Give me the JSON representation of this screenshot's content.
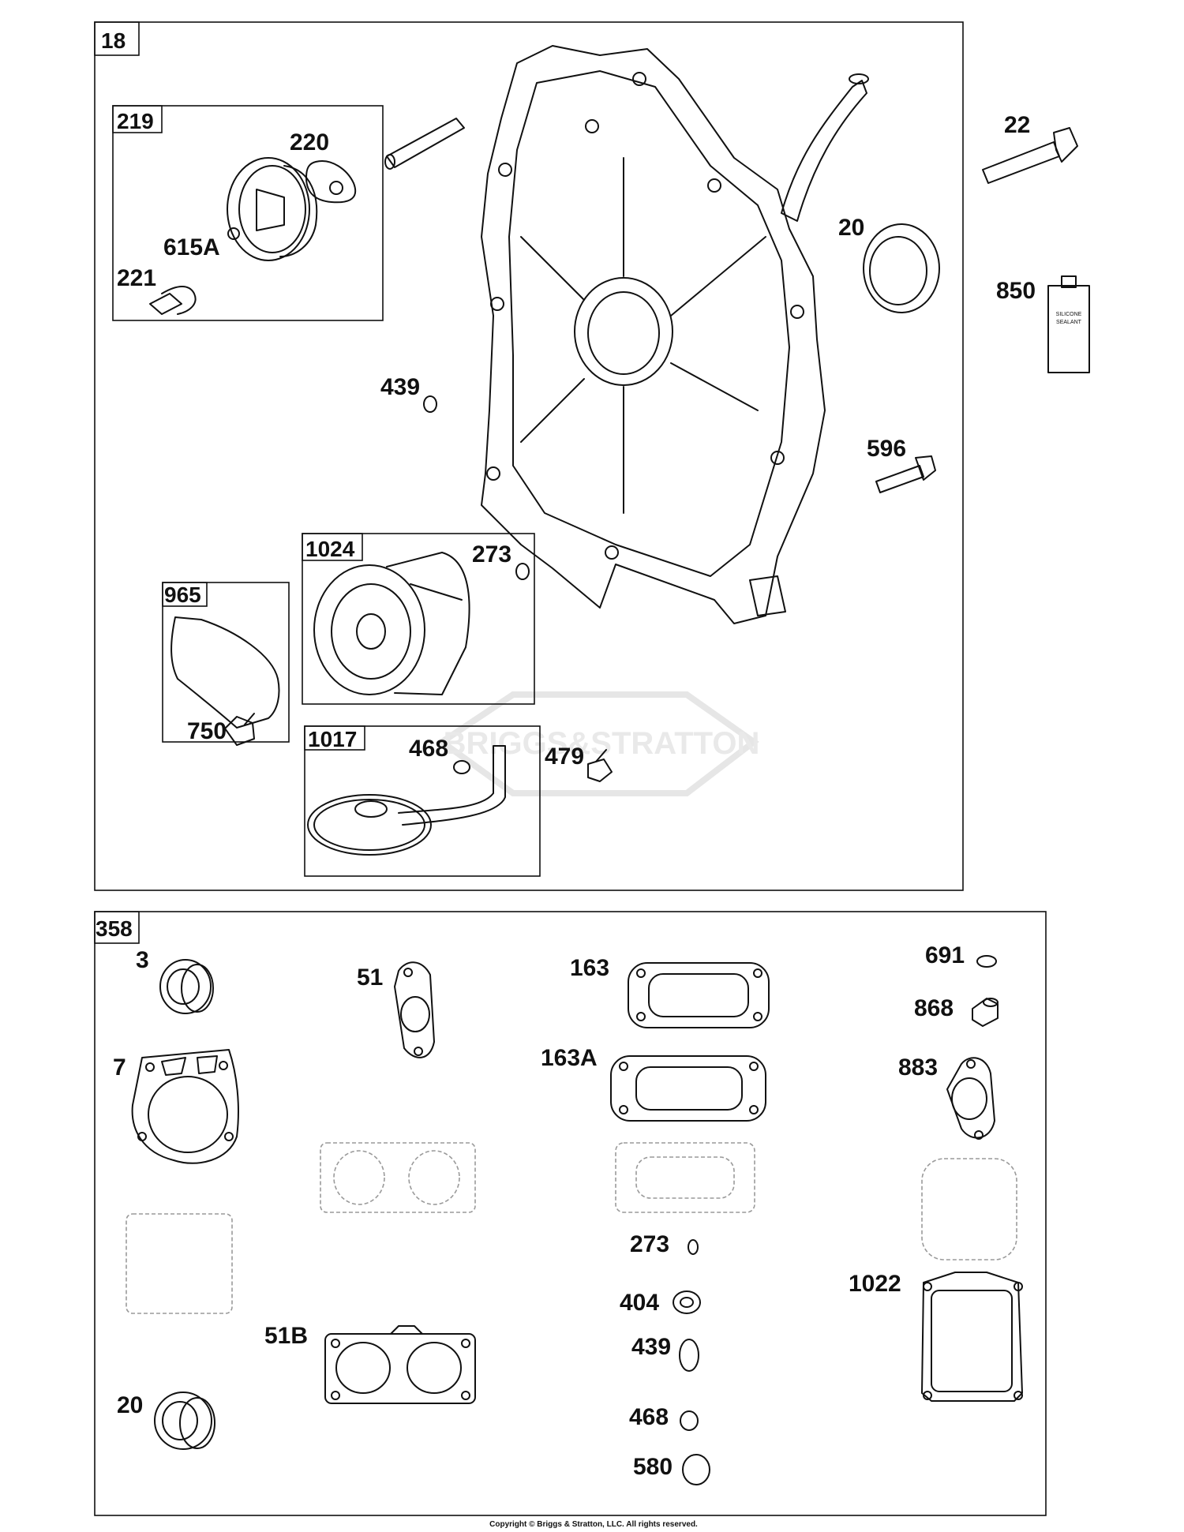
{
  "groups": {
    "top": "18",
    "bottom": "358",
    "g219": "219",
    "g1024": "1024",
    "g965": "965",
    "g1017": "1017"
  },
  "labels": {
    "p220": "220",
    "p615A": "615A",
    "p221": "221",
    "p22": "22",
    "p20_top": "20",
    "p850": "850",
    "p439_top": "439",
    "p596": "596",
    "p273_top": "273",
    "p750": "750",
    "p468_top": "468",
    "p479": "479",
    "p3": "3",
    "p51": "51",
    "p163": "163",
    "p691": "691",
    "p868": "868",
    "p163A": "163A",
    "p7": "7",
    "p883": "883",
    "p273_bot": "273",
    "p404": "404",
    "p439_bot": "439",
    "p1022": "1022",
    "p51B": "51B",
    "p20_bot": "20",
    "p468_bot": "468",
    "p580": "580"
  },
  "sealant_text": [
    "SILICONE",
    "SEALANT"
  ],
  "watermark": "BRIGGS&STRATTON",
  "copyright": "Copyright © Briggs & Stratton, LLC. All rights reserved."
}
